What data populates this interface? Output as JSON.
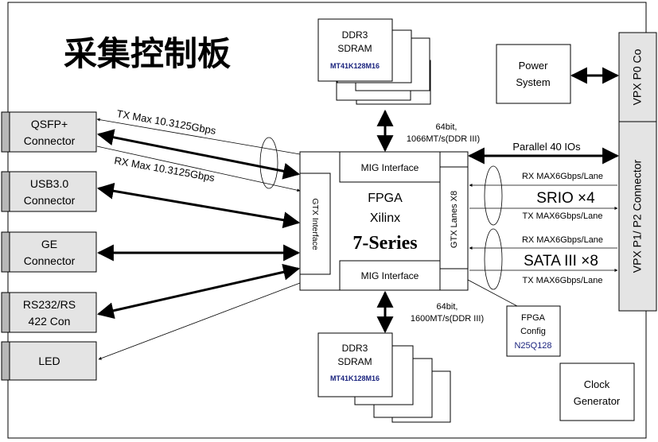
{
  "board_title": "采集控制板",
  "connectors": {
    "qsfp": [
      "QSFP+",
      "Connector"
    ],
    "usb": [
      "USB3.0",
      "Connector"
    ],
    "ge": [
      "GE",
      "Connector"
    ],
    "rs232": [
      "RS232/RS",
      "422 Con"
    ],
    "led": "LED"
  },
  "links": {
    "tx": "TX  Max 10.3125Gbps",
    "rx": "RX  Max 10.3125Gbps",
    "ddr_top": [
      "64bit,",
      "1066MT/s(DDR III)"
    ],
    "ddr_bottom": [
      "64bit,",
      "1600MT/s(DDR III)"
    ],
    "parallel": "Parallel 40 IOs",
    "srio_rx": "RX  MAX6Gbps/Lane",
    "srio_tx": "TX  MAX6Gbps/Lane",
    "sata_rx": "RX  MAX6Gbps/Lane",
    "sata_tx": "TX  MAX6Gbps/Lane",
    "srio": "SRIO ×4",
    "sata": "SATA III ×8"
  },
  "memory": {
    "line1": "DDR3",
    "line2": "SDRAM",
    "part": "MT41K128M16"
  },
  "fpga": {
    "mig": "MIG Interface",
    "name1": "FPGA",
    "name2": "Xilinx",
    "name3": "7-Series",
    "gtx_left": "GTX Interface",
    "gtx_right": "GTX Lanes X8"
  },
  "power": [
    "Power",
    "System"
  ],
  "vpx": {
    "p0": "VPX P0 Co",
    "p1": "VPX P1/ P2 Connector"
  },
  "config": [
    "FPGA",
    "Config",
    "N25Q128"
  ],
  "clock": [
    "Clock",
    "Generator"
  ]
}
